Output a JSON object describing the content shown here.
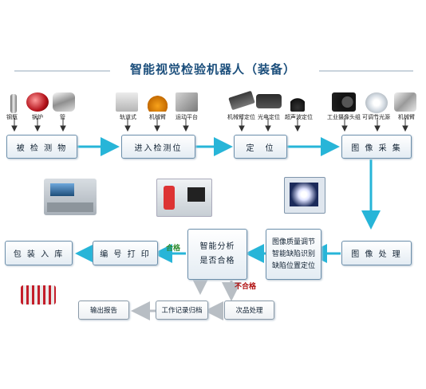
{
  "title": "智能视觉检验机器人（装备）",
  "top_labels": {
    "gangping": "钢瓶",
    "guolu": "锅炉",
    "guan": "管",
    "guidaoshi": "轨道式",
    "jixiebi1": "机械臂",
    "yundongpingtai": "运动平台",
    "jixiebidingwei": "机械臂定位",
    "guangdiandingwei": "光电定位",
    "chaoshengbodingwei": "超声波定位",
    "gongyeshexiangtouzu": "工业摄像头组",
    "ketiaojieguangyuan": "可调节光源",
    "jixiebi2": "机械臂"
  },
  "steps": {
    "bei_jian_ce_wu": "被 检 测 物",
    "jin_ru_jian_ce_wei": "进入检测位",
    "ding_wei": "定　位",
    "tu_xiang_cai_ji": "图 像 采 集",
    "tu_xiang_chu_li": "图 像 处 理",
    "processing_lines": [
      "图像质量调节",
      "智能缺陷识别",
      "缺陷位置定位"
    ],
    "analysis_lines": [
      "智能分析",
      "是否合格"
    ],
    "bian_hao_da_yin": "编 号 打 印",
    "bao_zhuang_ru_ku": "包 装 入 库",
    "ci_pin_chu_li": "次品处理",
    "gong_zuo_ji_lu_gui_dang": "工作记录归档",
    "shu_chu_bao_gao": "输出报告"
  },
  "decisions": {
    "pass": "合格",
    "fail": "不合格"
  },
  "colors": {
    "flow_arrow": "#27b5d8",
    "gray_arrow": "#b8bec4",
    "title": "#1c4f7c",
    "pass": "#2e8b2e",
    "fail": "#b01010"
  }
}
